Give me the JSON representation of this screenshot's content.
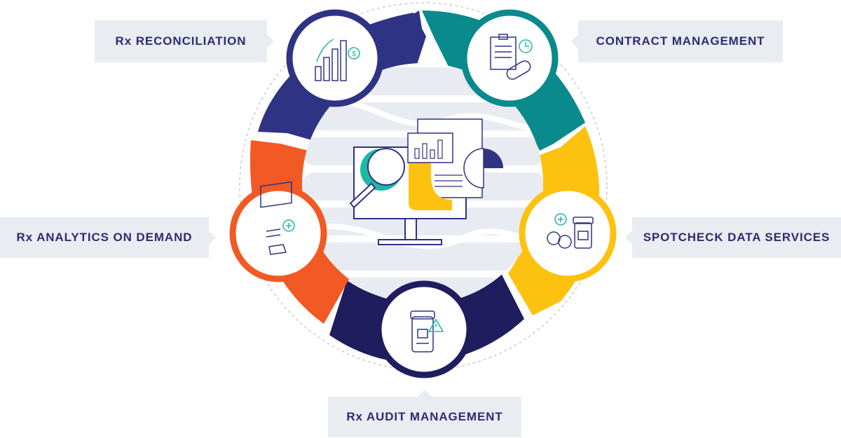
{
  "labels": {
    "rx_reconciliation": "Rx RECONCILIATION",
    "contract_management": "CONTRACT MANAGEMENT",
    "rx_analytics_on_demand": "Rx ANALYTICS ON DEMAND",
    "spotcheck_data_services": "SPOTCHECK DATA SERVICES",
    "rx_audit_management": "Rx AUDIT MANAGEMENT"
  },
  "colors": {
    "navy": "#2f3384",
    "teal": "#0a8a8c",
    "yellow": "#fcc20f",
    "dark_navy": "#1f1d5e",
    "orange": "#f15a24",
    "label_bg": "#e9ecf1",
    "label_text": "#2b2d72",
    "icon_teal": "#1fb7a6"
  },
  "icons": {
    "rx_reconciliation": "bar-chart-dollar-icon",
    "contract_management": "clipboard-clock-pill-icon",
    "rx_analytics_on_demand": "monitor-plus-icon",
    "spotcheck_data_services": "glasses-pill-bottle-icon",
    "rx_audit_management": "pill-bottle-warning-icon",
    "center": "monitor-reports-magnifier-icon"
  }
}
